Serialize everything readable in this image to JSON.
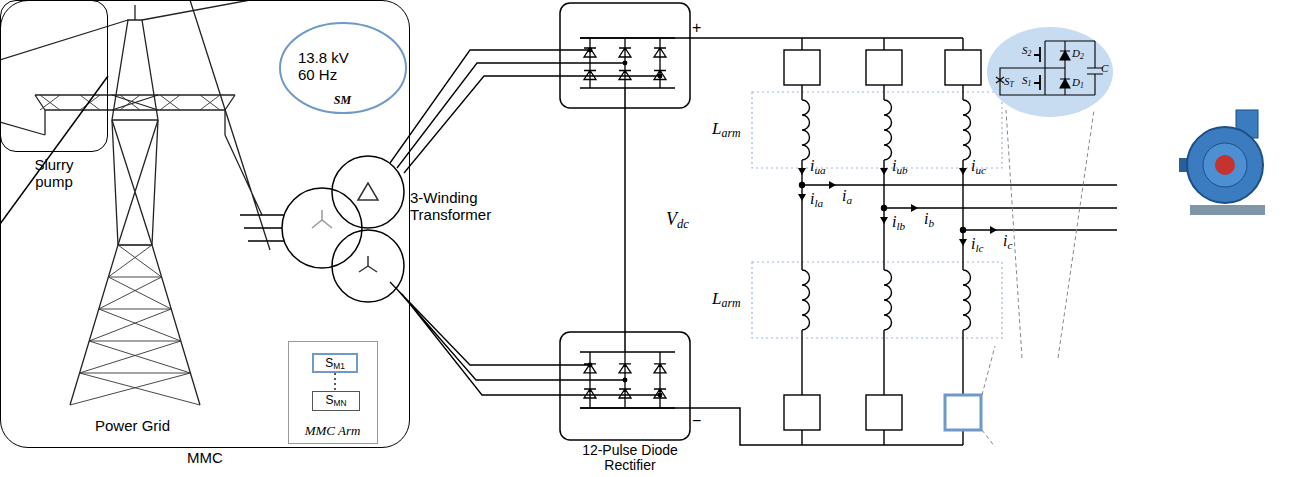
{
  "diagram": {
    "nodes": [
      {
        "text": [
          "MMC"
        ]
      },
      {
        "text": [
          "SM"
        ],
        "in": 0
      },
      {
        "text": [
          "MMC Arm"
        ],
        "in": 0
      },
      {
        "text": [
          "SM1"
        ],
        "in": 2
      },
      {
        "text": [
          "SMN"
        ],
        "in": 2
      },
      {
        "text": [
          "Slurry pump"
        ]
      }
    ],
    "edges": [
      {
        "from": 3,
        "to": 4,
        "arrow": "none"
      },
      {
        "from": 0,
        "to": 5,
        "arrow": "none"
      }
    ],
    "labels": [
      "13.8 kV 60 Hz",
      "3-Winding Transformer",
      "Power Grid",
      "12-Pulse Diode Rectifier",
      "+",
      "−",
      "Vdc",
      "Larm",
      "Larm",
      "iua",
      "iub",
      "iuc",
      "ia",
      "ib",
      "ic",
      "ila",
      "ilb",
      "ilc",
      "S2",
      "D2",
      "ST",
      "S1",
      "D1",
      "C"
    ]
  }
}
